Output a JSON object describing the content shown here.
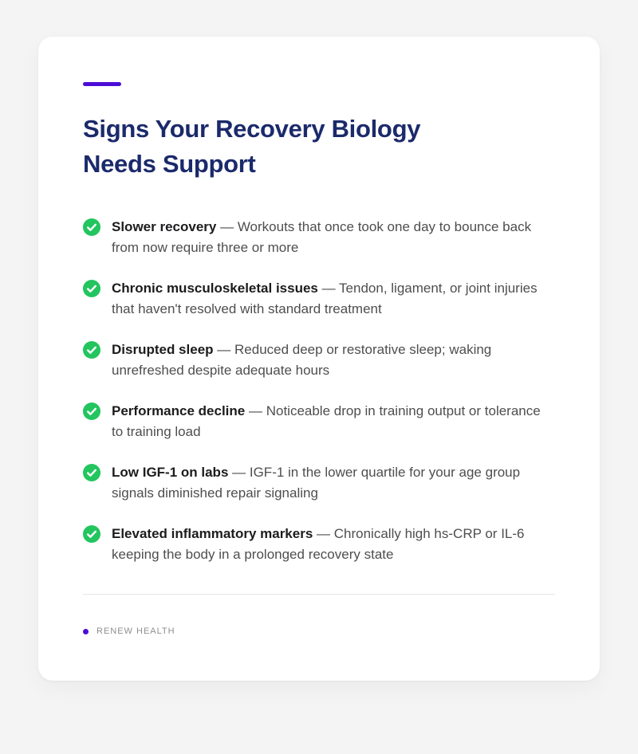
{
  "page": {
    "background_color": "#F4F4F5",
    "card_color": "#FFFFFF"
  },
  "header": {
    "accent_color": "#4B0DD6",
    "title": "Signs Your Recovery Biology Needs Support",
    "title_color": "#1B2A6B"
  },
  "checklist": {
    "check_icon": "check-circle",
    "check_color": "#22C55E",
    "items": [
      {
        "lead": "Slower recovery",
        "description": "— Workouts that once took one day to bounce back from now require three or more"
      },
      {
        "lead": "Chronic musculoskeletal issues",
        "description": "— Tendon, ligament, or joint injuries that haven't resolved with standard treatment"
      },
      {
        "lead": "Disrupted sleep",
        "description": "— Reduced deep or restorative sleep; waking unrefreshed despite adequate hours"
      },
      {
        "lead": "Performance decline",
        "description": "— Noticeable drop in training output or tolerance to training load"
      },
      {
        "lead": "Low IGF-1 on labs",
        "description": "— IGF-1 in the lower quartile for your age group signals diminished repair signaling"
      },
      {
        "lead": "Elevated inflammatory markers",
        "description": "— Chronically high hs-CRP or IL-6 keeping the body in a prolonged recovery state"
      }
    ]
  },
  "footer": {
    "dot_color": "#4B0DD6",
    "brand": "RENEW HEALTH"
  }
}
